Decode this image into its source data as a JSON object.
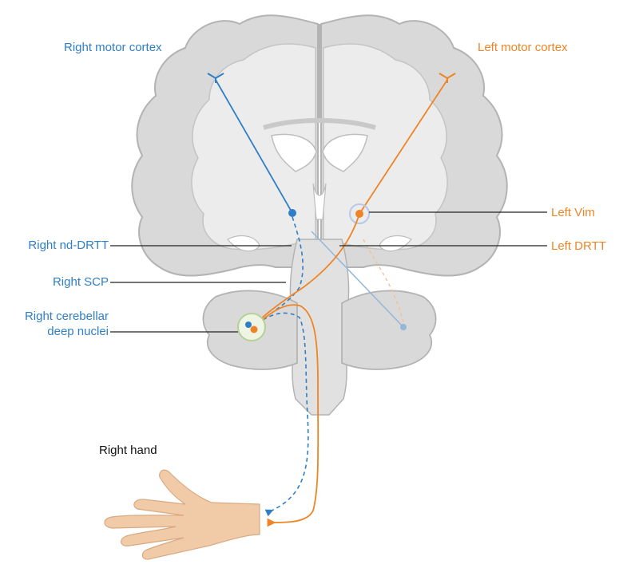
{
  "labels": {
    "right_motor_cortex": "Right motor cortex",
    "left_motor_cortex": "Left motor cortex",
    "left_vim": "Left Vim",
    "right_nd_drtt": "Right nd-DRTT",
    "left_drtt": "Left DRTT",
    "right_scp": "Right SCP",
    "right_cerebellar_deep_nuclei_line1": "Right cerebellar",
    "right_cerebellar_deep_nuclei_line2": "deep nuclei",
    "right_hand": "Right hand"
  },
  "colors": {
    "blue": "#2f7fc6",
    "orange": "#ef8424",
    "brain_fill": "#d9d9d9",
    "brain_stroke": "#b3b3b3",
    "nuclei_ring": "#cfe2b4",
    "hand_fill": "#f1cba8"
  }
}
